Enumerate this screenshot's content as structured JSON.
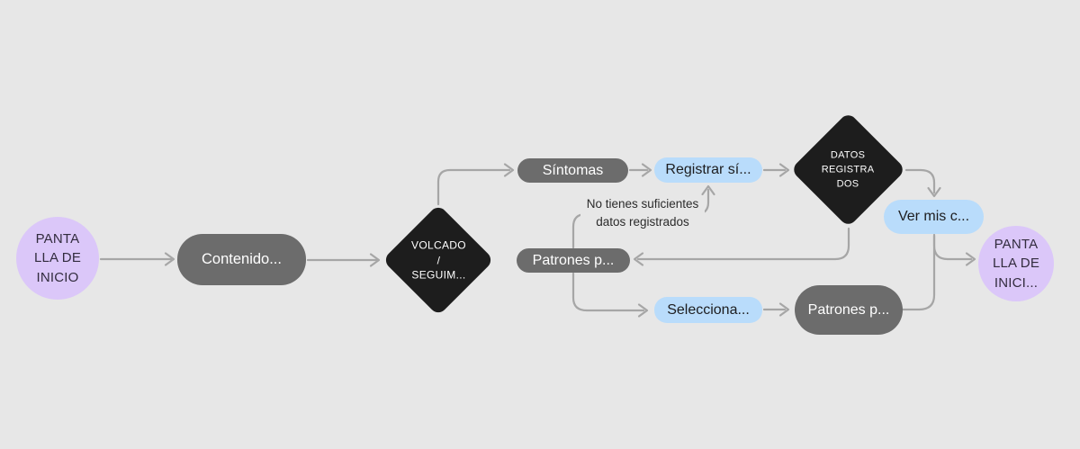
{
  "canvas": {
    "background": "#e7e7e7",
    "connector_color": "#a6a6a6",
    "colors": {
      "purple_node": "#dbc7f9",
      "gray_node": "#6c6c6c",
      "black_node": "#1d1d1d",
      "blue_node": "#b9dcfb",
      "node_light_text": "#ffffff",
      "node_dark_text": "#1d1d1f"
    }
  },
  "nodes": {
    "start": {
      "label": "PANTA\nLLA DE\nINICIO",
      "shape": "circle"
    },
    "contenido": {
      "label": "Contenido...",
      "shape": "pill"
    },
    "volcado": {
      "label": "VOLCADO\n/\nSEGUIM...",
      "shape": "diamond"
    },
    "sintomas": {
      "label": "Síntomas",
      "shape": "pill"
    },
    "registrar": {
      "label": "Registrar sí...",
      "shape": "pill"
    },
    "datos_registrados": {
      "label": "DATOS\nREGISTRA\nDOS",
      "shape": "diamond"
    },
    "ver_mis": {
      "label": "Ver mis c...",
      "shape": "pill"
    },
    "end": {
      "label": "PANTA\nLLA DE\nINICI...",
      "shape": "circle"
    },
    "patrones_mid": {
      "label": "Patrones p...",
      "shape": "pill"
    },
    "selecciona": {
      "label": "Selecciona...",
      "shape": "pill"
    },
    "patrones_bottom": {
      "label": "Patrones p...",
      "shape": "pill"
    }
  },
  "edge_labels": {
    "no_data": "No tienes suficientes\ndatos registrados"
  }
}
